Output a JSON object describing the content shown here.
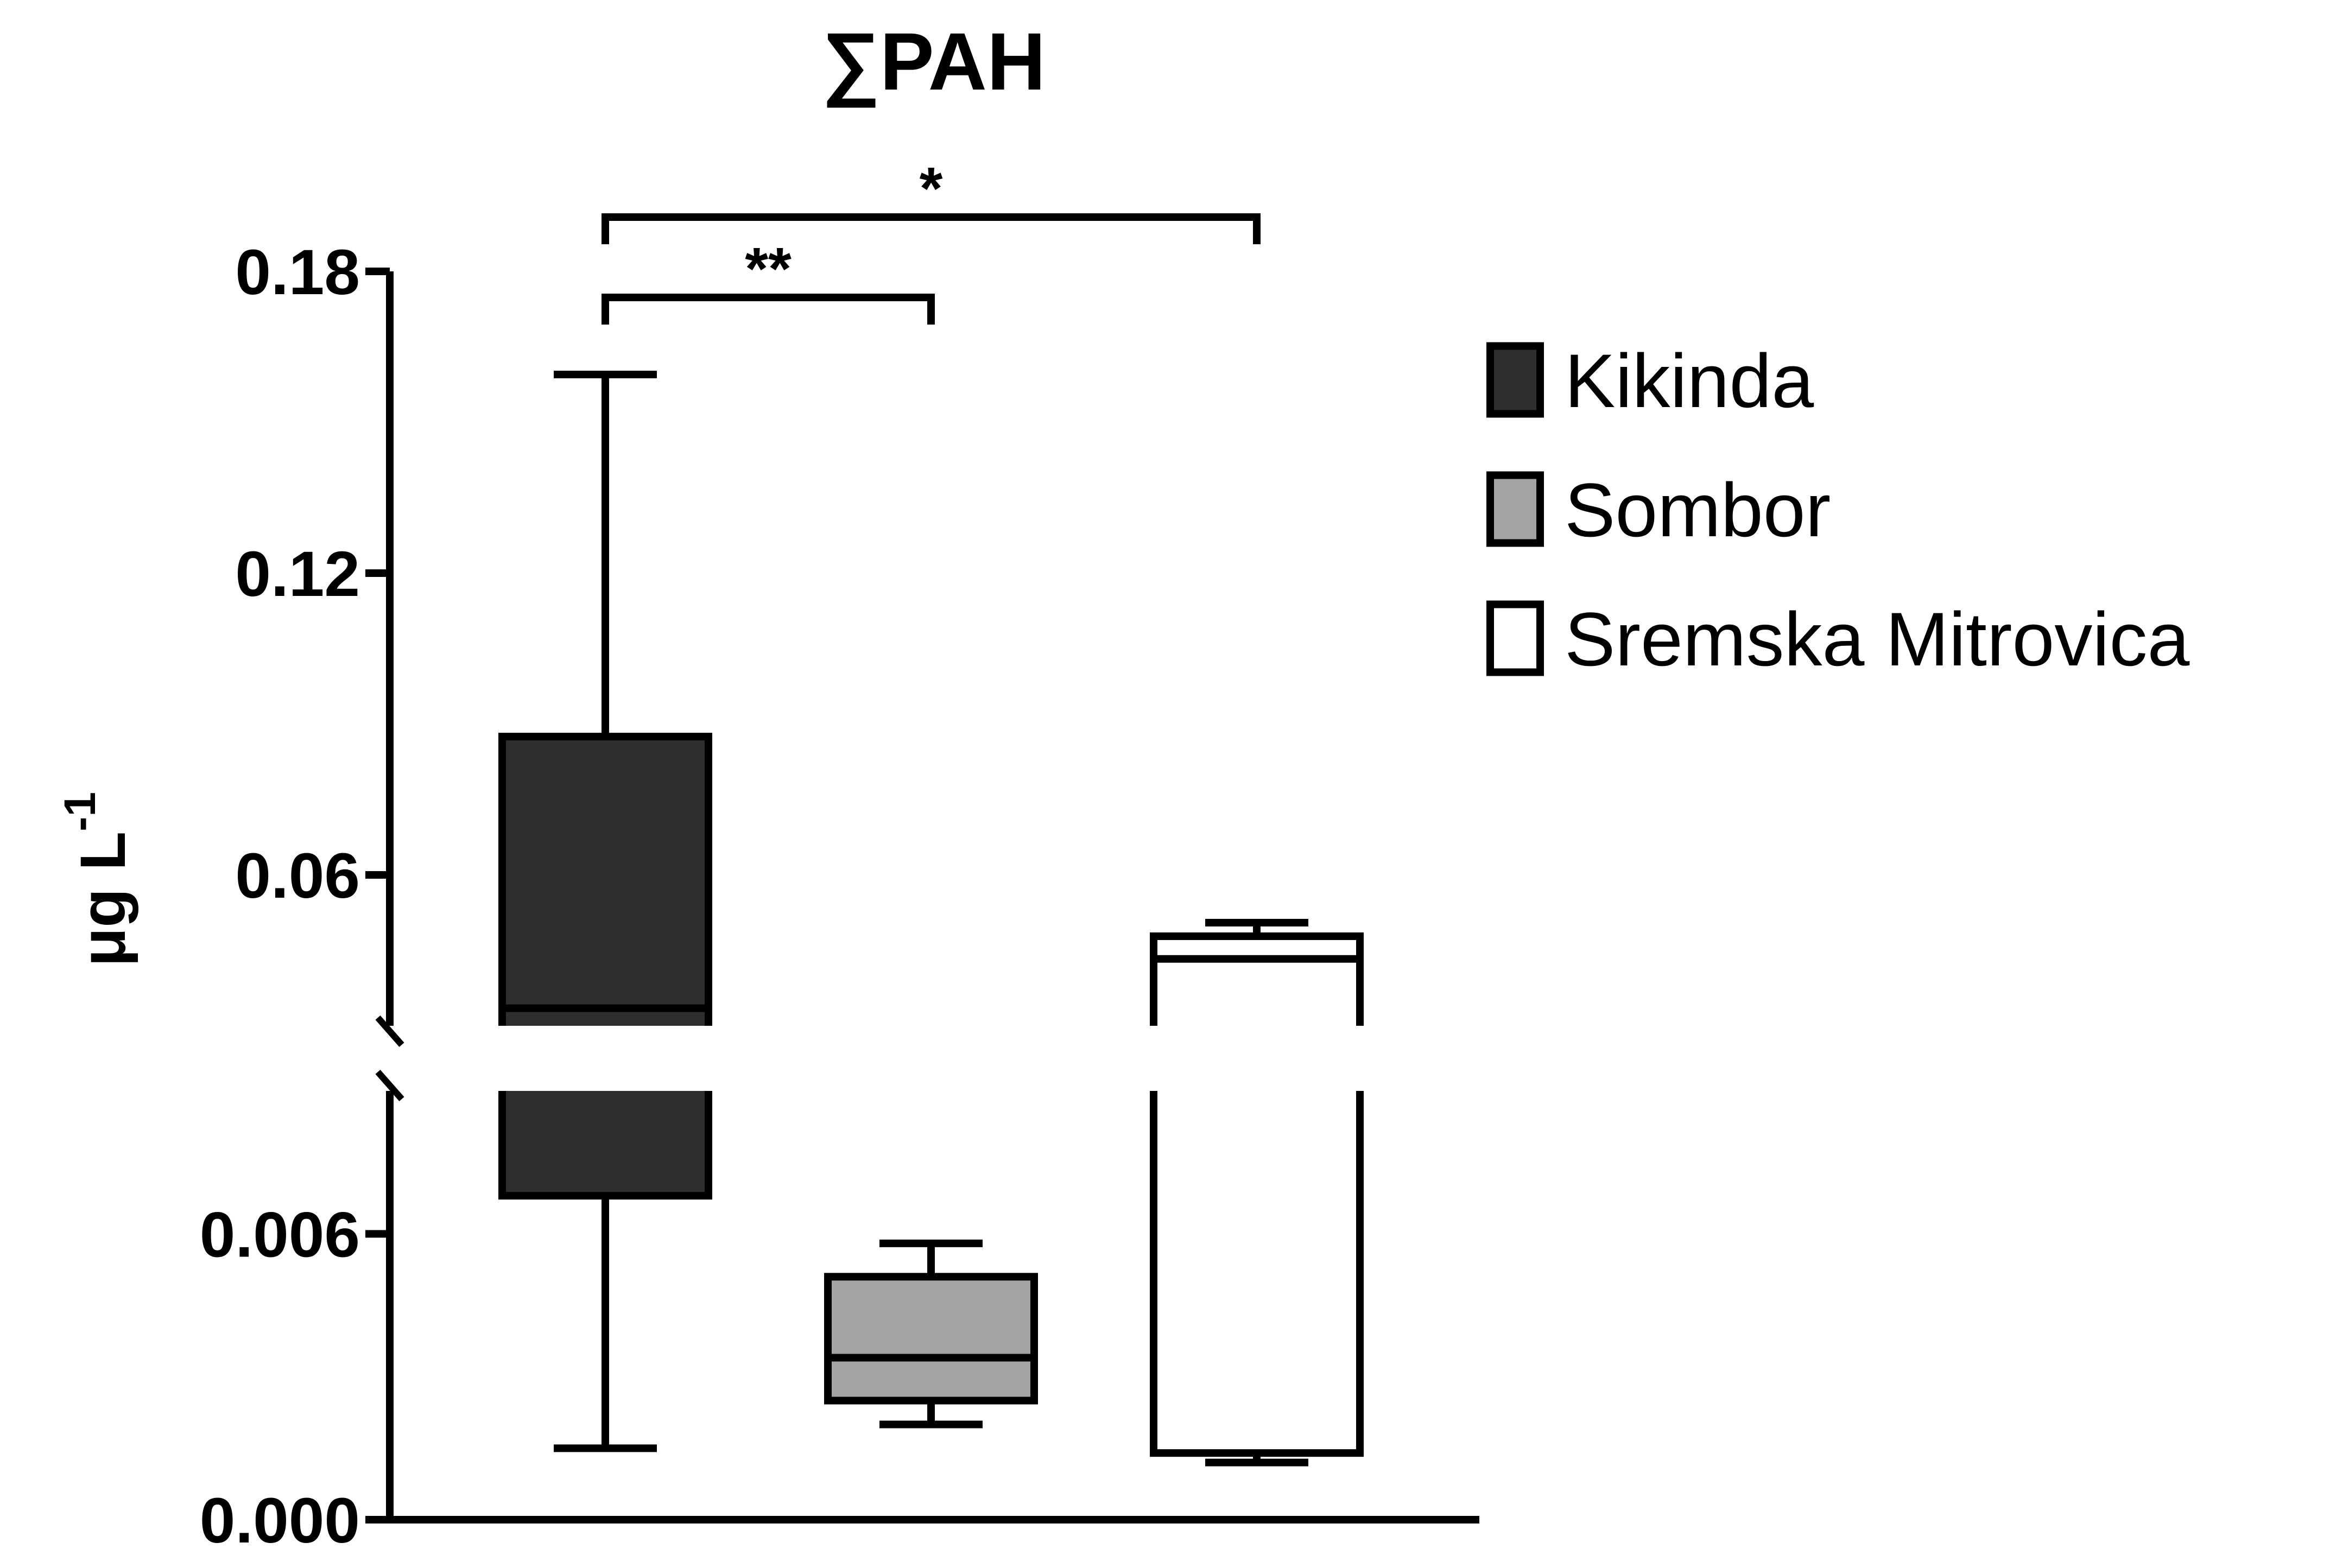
{
  "chart_data": {
    "type": "box",
    "title": "∑PAH",
    "ylabel": "μg L",
    "ylabel_superscript": "-1",
    "y_scale": "segmented (broken axis)",
    "y_segments": [
      {
        "range": [
          0.0,
          0.009
        ],
        "ticks": [
          "0.000",
          "0.006"
        ]
      },
      {
        "range": [
          0.03,
          0.18
        ],
        "ticks": [
          "0.06",
          "0.12",
          "0.18"
        ]
      }
    ],
    "y_break": "between 0.009 and 0.03",
    "legend_placement": "right",
    "series": [
      {
        "name": "Kikinda",
        "color": "#2e2e2e",
        "min": 0.0015,
        "q1": 0.0068,
        "median": 0.0335,
        "q3": 0.0875,
        "max": 0.1595
      },
      {
        "name": "Sombor",
        "color": "#a3a3a6",
        "min": 0.002,
        "q1": 0.0025,
        "median": 0.0034,
        "q3": 0.0051,
        "max": 0.0058
      },
      {
        "name": "Sremska Mitrovica",
        "color": "#ffffff",
        "min": 0.0012,
        "q1": 0.0014,
        "median": 0.0433,
        "q3": 0.0478,
        "max": 0.0505
      }
    ],
    "annotations": [
      {
        "label": "**",
        "from": "Kikinda",
        "to": "Sombor"
      },
      {
        "label": "*",
        "from": "Kikinda",
        "to": "Sremska Mitrovica"
      }
    ]
  }
}
